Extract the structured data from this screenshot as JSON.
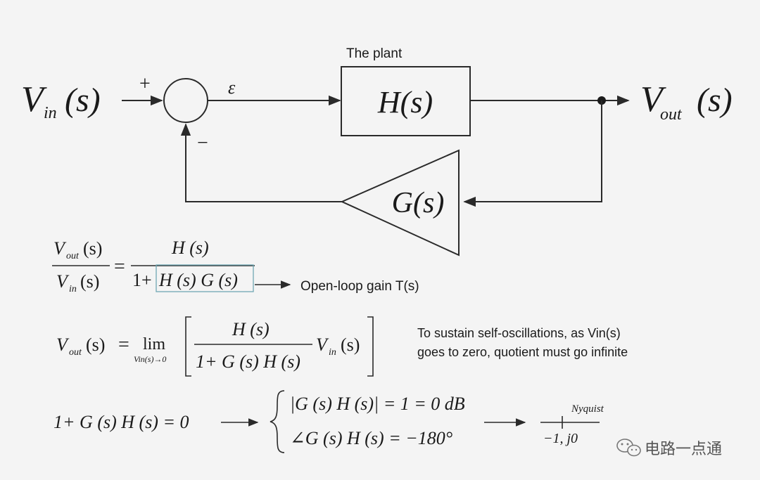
{
  "diagram": {
    "input": {
      "var": "V",
      "sub": "in",
      "arg": "(s)"
    },
    "output": {
      "var": "V",
      "sub": "out",
      "arg": "(s)"
    },
    "plus_sign": "+",
    "minus_sign": "−",
    "error_label": "ε",
    "plant_caption": "The plant",
    "plant_block": "H(s)",
    "feedback_block": "G(s)"
  },
  "equations": {
    "eq1": {
      "num_lhs": {
        "var": "V",
        "sub": "out",
        "arg": "(s)"
      },
      "den_lhs": {
        "var": "V",
        "sub": "in",
        "arg": "(s)"
      },
      "equals": "=",
      "num_rhs": "H (s)",
      "den_rhs_prefix": "1+",
      "den_rhs_boxed": "H (s) G (s)",
      "annotation": "Open-loop gain T(s)"
    },
    "eq2": {
      "lhs": {
        "var": "V",
        "sub": "out",
        "arg": "(s)"
      },
      "equals": "=",
      "lim": "lim",
      "lim_sub": "Vin(s)→0",
      "frac_num": "H (s)",
      "frac_den": "1+ G (s) H (s)",
      "tail": {
        "var": "V",
        "sub": "in",
        "arg": "(s)"
      },
      "note_line1": "To sustain self-oscillations, as Vin(s)",
      "note_line2": "goes to zero, quotient must go infinite"
    },
    "eq3": {
      "lhs": "1+ G (s) H (s) = 0",
      "cond1": "|G (s) H (s)| = 1 = 0 dB",
      "cond2": "∠G (s) H (s) = −180°",
      "nyquist_label": "Nyquist",
      "nyquist_point": "−1, j0"
    }
  },
  "watermark": {
    "text": "电路一点通",
    "icon": "wechat-icon"
  }
}
